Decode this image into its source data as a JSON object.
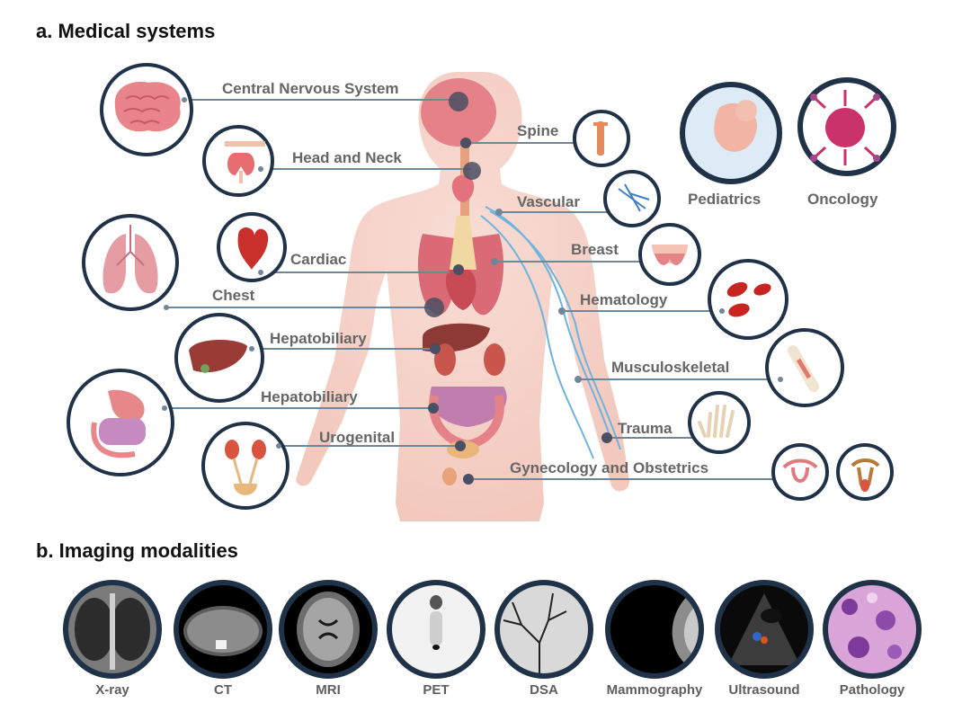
{
  "sections": {
    "medical_systems_title": "a. Medical systems",
    "imaging_modalities_title": "b. Imaging modalities"
  },
  "systems": [
    {
      "label": "Central Nervous System",
      "icon": "brain-icon"
    },
    {
      "label": "Head and Neck",
      "icon": "thyroid-icon"
    },
    {
      "label": "Cardiac",
      "icon": "heart-icon"
    },
    {
      "label": "Chest",
      "icon": "lungs-icon"
    },
    {
      "label": "Hepatobiliary",
      "icon": "liver-icon"
    },
    {
      "label": "Hepatobiliary",
      "icon": "stomach-intestine-icon"
    },
    {
      "label": "Urogenital",
      "icon": "kidneys-bladder-icon"
    },
    {
      "label": "Spine",
      "icon": "spine-icon"
    },
    {
      "label": "Vascular",
      "icon": "vessel-icon"
    },
    {
      "label": "Breast",
      "icon": "breast-icon"
    },
    {
      "label": "Hematology",
      "icon": "blood-cells-icon"
    },
    {
      "label": "Musculoskeletal",
      "icon": "bone-icon"
    },
    {
      "label": "Trauma",
      "icon": "hand-bones-icon"
    },
    {
      "label": "Gynecology and Obstetrics",
      "icon": "uterus-icon"
    }
  ],
  "special_groups": [
    {
      "label": "Pediatrics",
      "icon": "fetus-icon"
    },
    {
      "label": "Oncology",
      "icon": "tumor-cell-icon"
    }
  ],
  "modalities": [
    {
      "label": "X-ray",
      "icon": "xray-image"
    },
    {
      "label": "CT",
      "icon": "ct-image"
    },
    {
      "label": "MRI",
      "icon": "mri-image"
    },
    {
      "label": "PET",
      "icon": "pet-image"
    },
    {
      "label": "DSA",
      "icon": "dsa-image"
    },
    {
      "label": "Mammography",
      "icon": "mammography-image"
    },
    {
      "label": "Ultrasound",
      "icon": "ultrasound-image"
    },
    {
      "label": "Pathology",
      "icon": "pathology-image"
    }
  ],
  "colors": {
    "ring": "#1f3247",
    "connector": "#6f8796",
    "dot": "#4a4f63",
    "body": "#f6d5cc",
    "organ": "#e3727c",
    "vessel": "#6fb4de",
    "label": "#666666"
  }
}
